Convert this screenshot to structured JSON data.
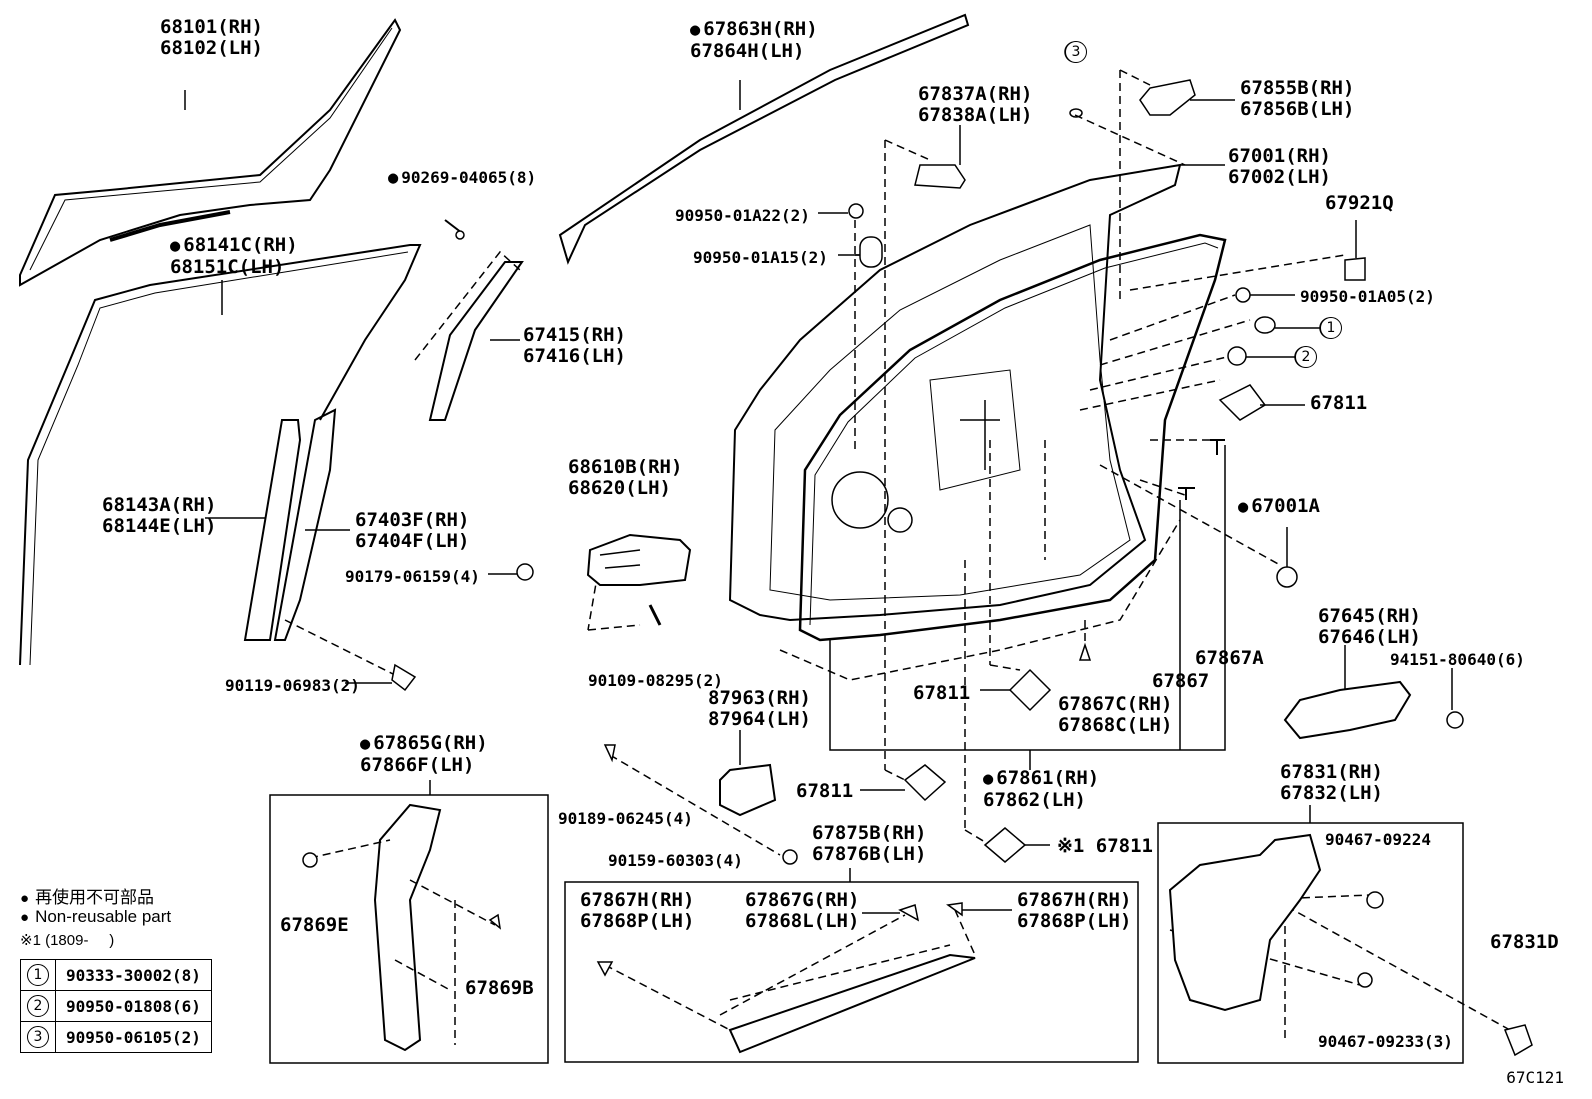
{
  "labels": {
    "l68101": "68101(RH)\n68102(LH)",
    "l68141": "68141C(RH)\n68151C(LH)",
    "l68143": "68143A(RH)\n68144E(LH)",
    "l67403": "67403F(RH)\n67404F(LH)",
    "l90119": "90119-06983(2)",
    "l90269": "90269-04065(8)",
    "l67415": "67415(RH)\n67416(LH)",
    "l67863": "67863H(RH)\n67864H(LH)",
    "l90950a22": "90950-01A22(2)",
    "l90950a15": "90950-01A15(2)",
    "l67837": "67837A(RH)\n67838A(LH)",
    "l68610": "68610B(RH)\n68620(LH)",
    "l90179": "90179-06159(4)",
    "l90109": "90109-08295(2)",
    "l87963": "87963(RH)\n87964(LH)",
    "l90189": "90189-06245(4)",
    "l90159": "90159-60303(4)",
    "l67811a": "67811",
    "l67811b": "67811",
    "l67811c": "67811",
    "l67811d": "※1 67811",
    "l67855": "67855B(RH)\n67856B(LH)",
    "l67001": "67001(RH)\n67002(LH)",
    "l67921q": "67921Q",
    "l90950a05": "90950-01A05(2)",
    "l67001a": "67001A",
    "l67645": "67645(RH)\n67646(LH)",
    "l94151": "94151-80640(6)",
    "l67867a": "67867A",
    "l67867": "67867",
    "l67867c": "67867C(RH)\n67868C(LH)",
    "l67861": "67861(RH)\n67862(LH)",
    "l67831": "67831(RH)\n67832(LH)",
    "l90467a": "90467-09224",
    "l90467b": "90467-09233(3)",
    "l67831d": "67831D",
    "l67865": "67865G(RH)\n67866F(LH)",
    "l67869e": "67869E",
    "l67869b": "67869B",
    "l67875": "67875B(RH)\n67876B(LH)",
    "l67867h1": "67867H(RH)\n67868P(LH)",
    "l67867g": "67867G(RH)\n67868L(LH)",
    "l67867h2": "67867H(RH)\n67868P(LH)",
    "c1": "1",
    "c2": "2",
    "c3": "3"
  },
  "legend": {
    "jp": "再使用不可部品",
    "en": "Non-reusable part",
    "note": "※1 (1809-     )",
    "rows": [
      {
        "num": "1",
        "part": "90333-30002(8)"
      },
      {
        "num": "2",
        "part": "90950-01808(6)"
      },
      {
        "num": "3",
        "part": "90950-06105(2)"
      }
    ]
  },
  "ref": "67C121"
}
